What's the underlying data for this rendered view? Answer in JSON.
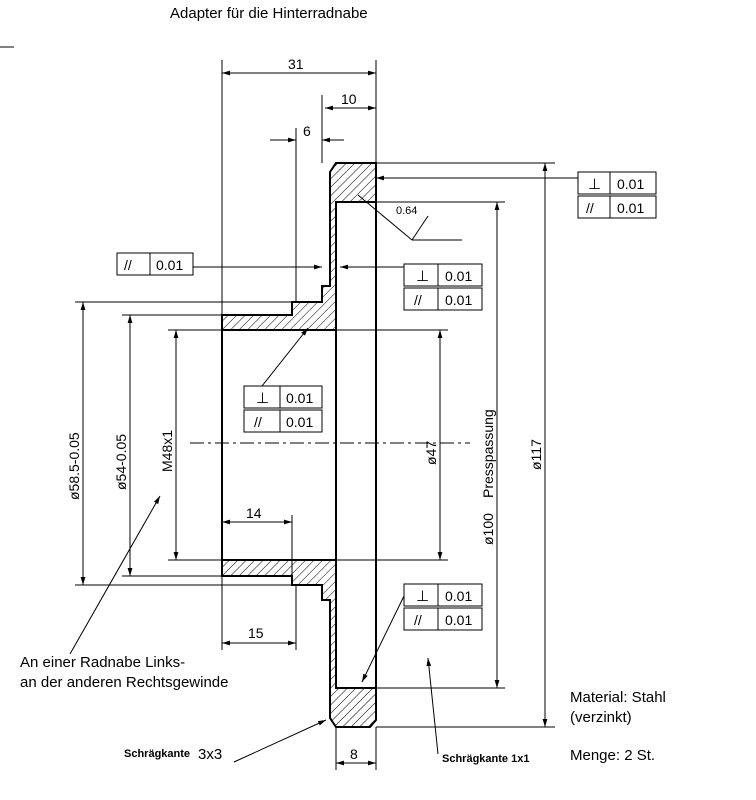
{
  "title": "Adapter für die Hinterradnabe",
  "dimensions": {
    "overall_width": "31",
    "flange_width": "10",
    "step_width": "6",
    "thread_length": "14",
    "shoulder_length": "15",
    "bottom_width": "8",
    "flange_surface": "0.64",
    "dia_outer_hub": "ø58.5-0.05",
    "dia_inner_hub": "ø54-0.05",
    "thread": "M48x1",
    "dia_bore": "ø47",
    "dia_press": "ø100",
    "press_label": "Presspassung",
    "dia_flange": "ø117"
  },
  "tolerances": {
    "perpendicular_symbol": "⊥",
    "parallel_symbol": "//",
    "value": "0.01"
  },
  "notes": {
    "thread_note_line1": "An einer Radnabe Links-",
    "thread_note_line2": "an der anderen Rechtsgewinde",
    "chamfer_large_label": "Schrägkante",
    "chamfer_large_value": "3x3",
    "chamfer_small": "Schrägkante 1x1",
    "material_line1": "Material: Stahl",
    "material_line2": "(verzinkt)",
    "quantity": "Menge: 2 St."
  }
}
